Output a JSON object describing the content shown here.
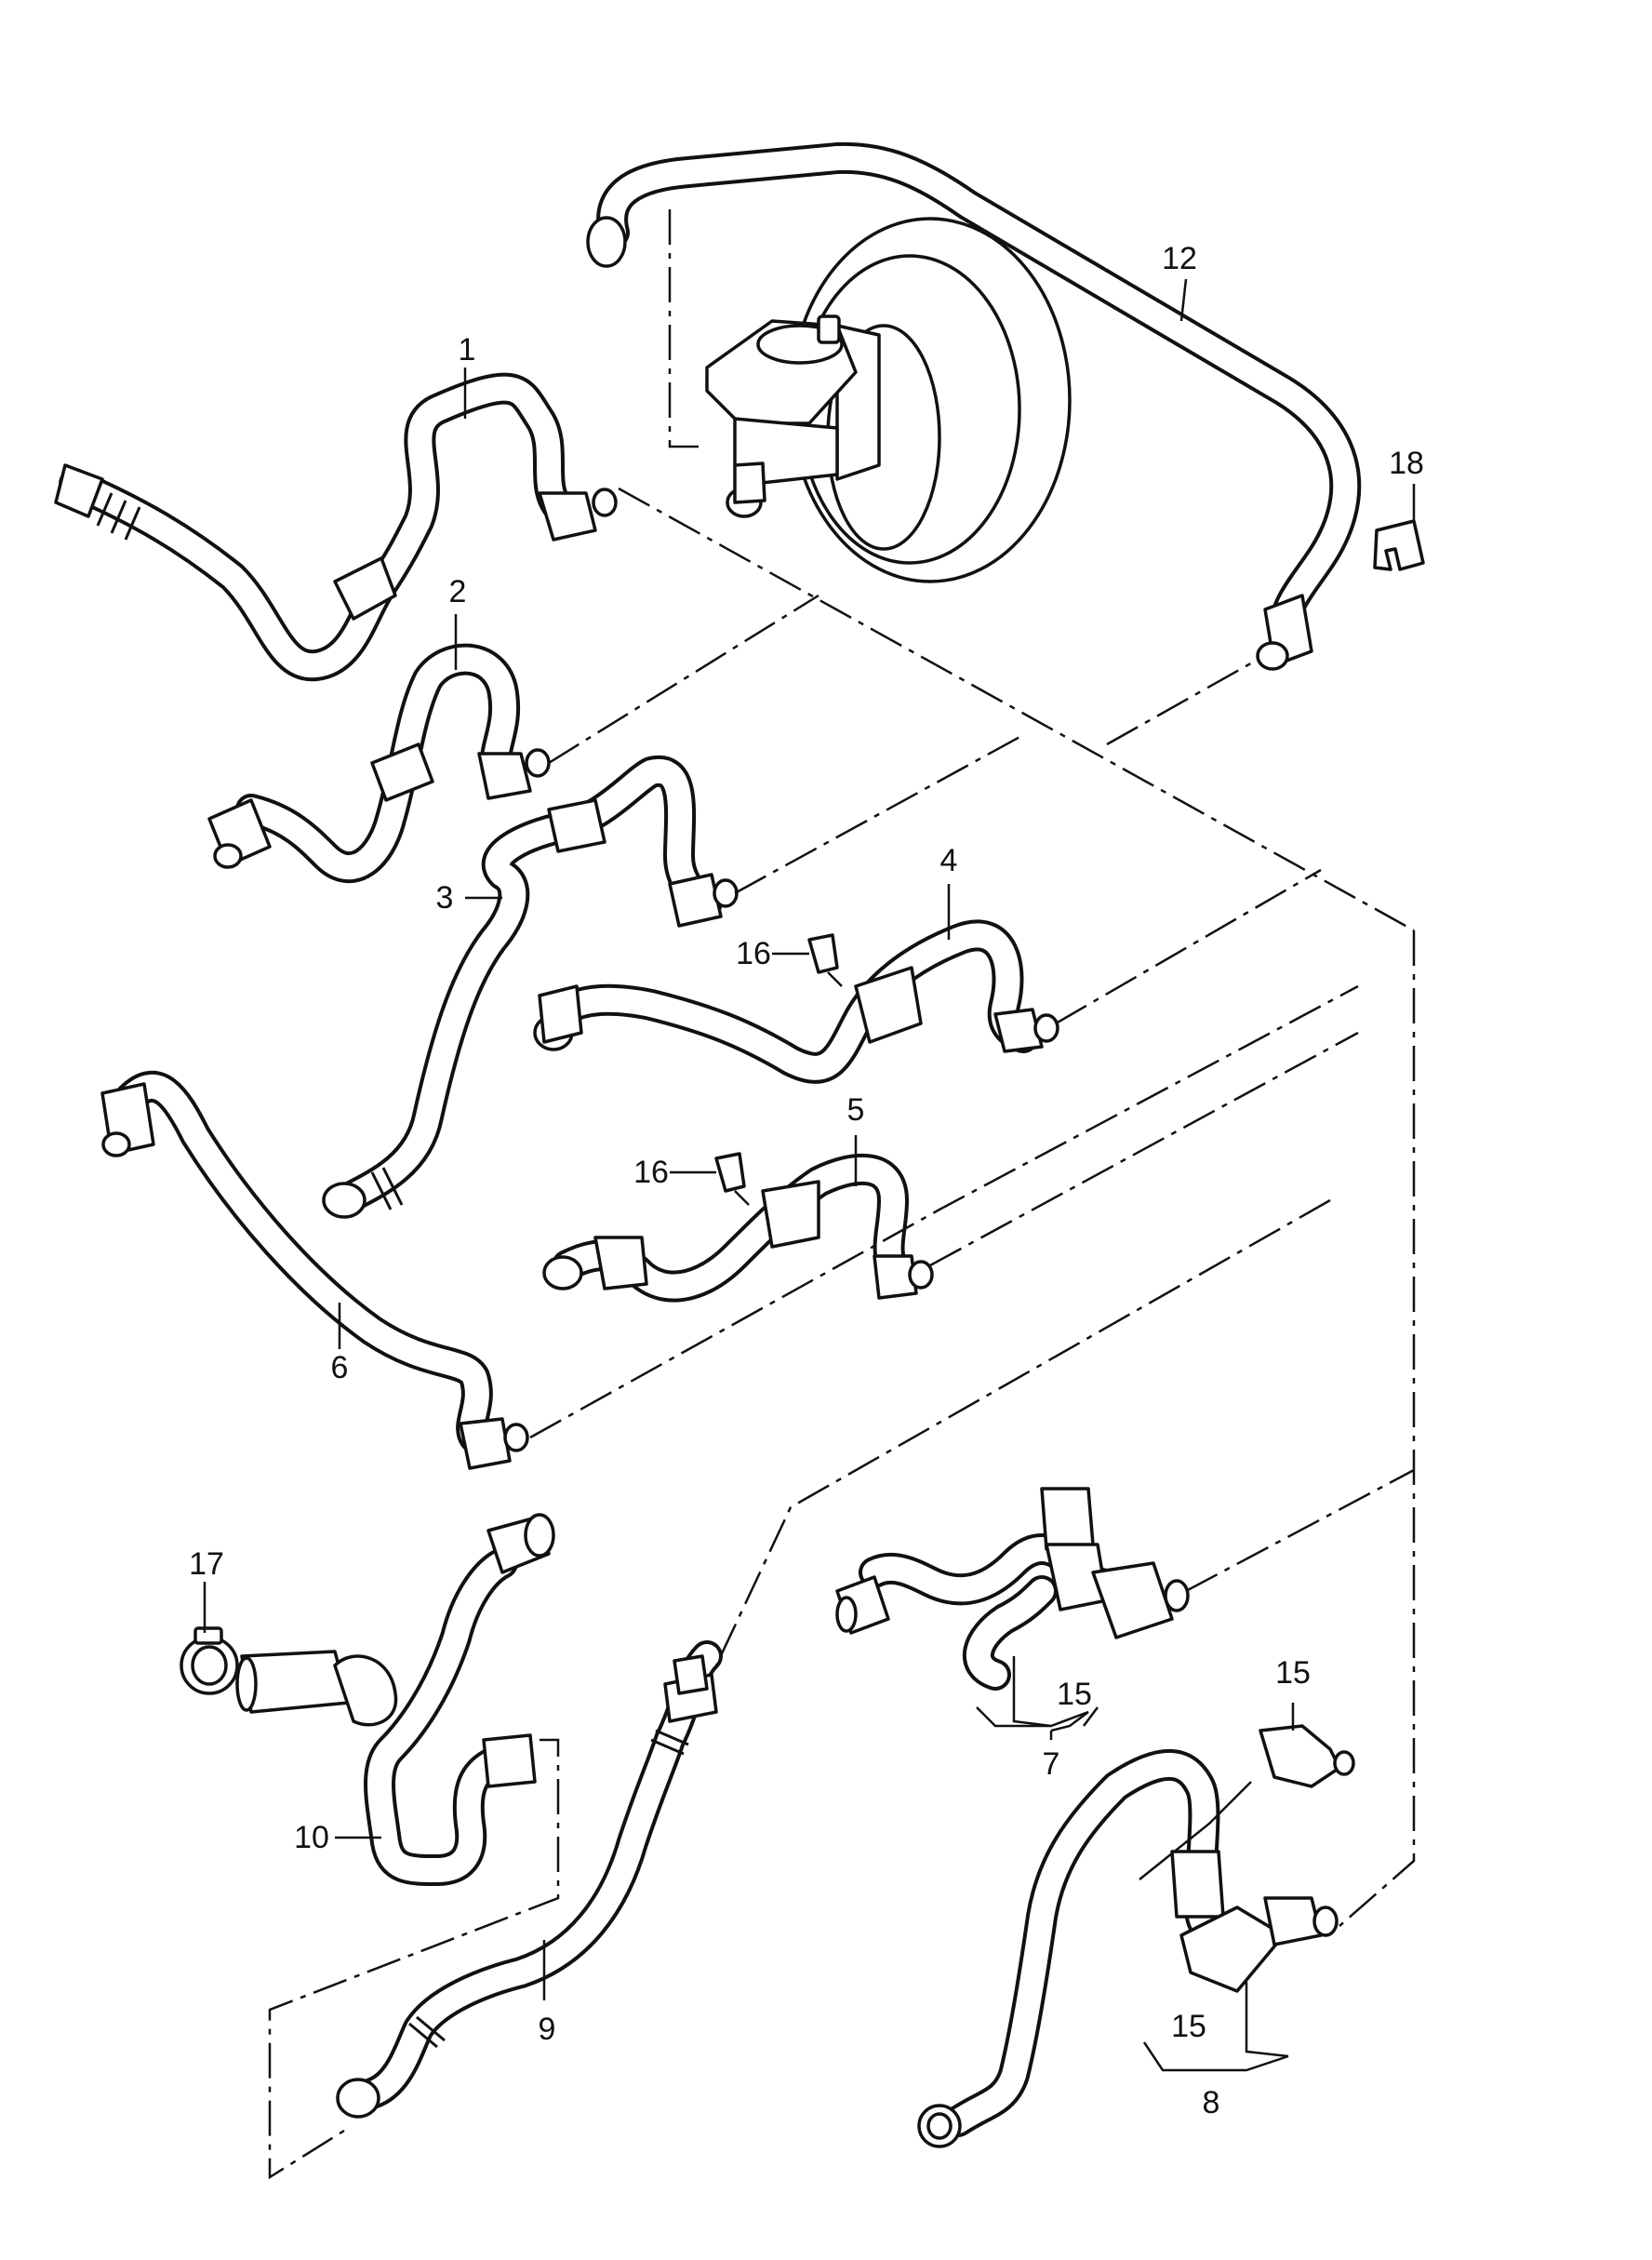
{
  "callouts": {
    "c1": "1",
    "c2": "2",
    "c3": "3",
    "c4": "4",
    "c5": "5",
    "c6": "6",
    "c7": "7",
    "c8": "8",
    "c9": "9",
    "c10": "10",
    "c12": "12",
    "c15_a": "15",
    "c15_b": "15",
    "c15_c": "15",
    "c16_a": "16",
    "c16_b": "16",
    "c17": "17",
    "c18": "18"
  }
}
